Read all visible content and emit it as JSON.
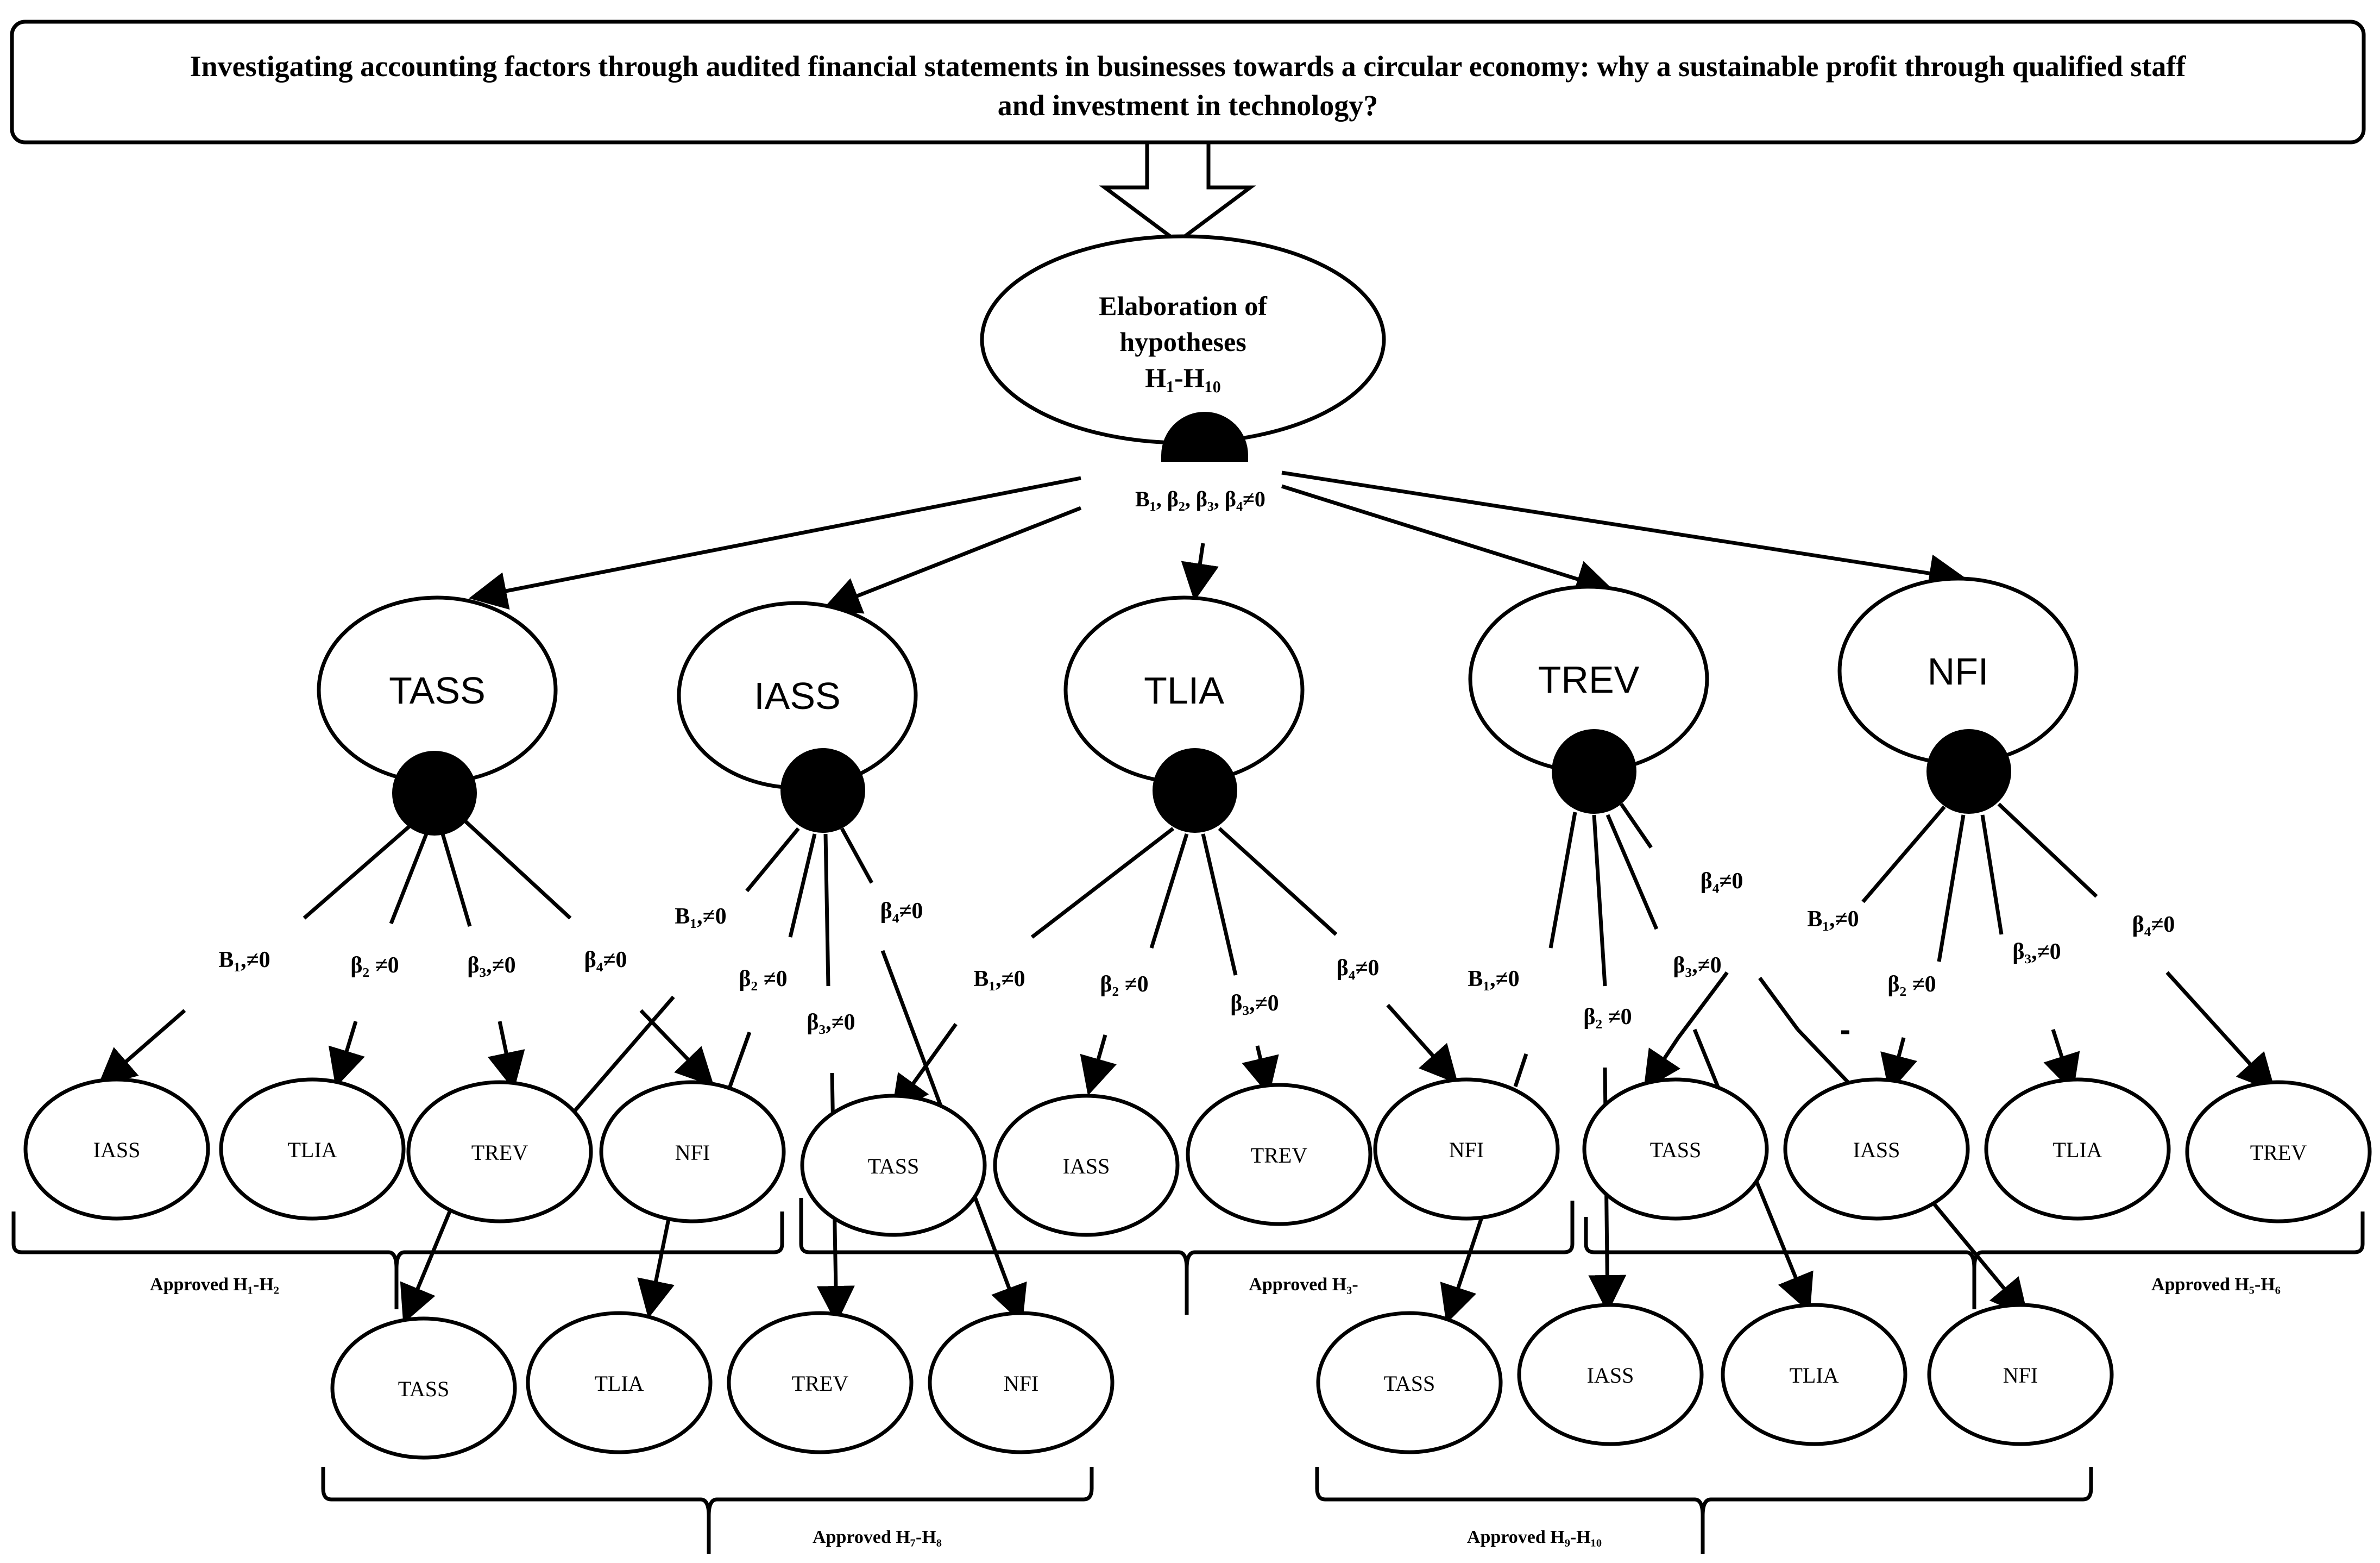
{
  "title": {
    "line1": "Investigating accounting factors through audited financial statements in businesses towards a circular economy: why a sustainable profit through qualified staff",
    "line2": "and investment in technology?"
  },
  "center": {
    "line1": "Elaboration of",
    "line2": "hypotheses",
    "line3": "H₁-H₁₀"
  },
  "top_coefficients": "B₁, β₂, β₃, β₄≠0",
  "main_nodes": [
    "TASS",
    "IASS",
    "TLIA",
    "TREV",
    "NFI"
  ],
  "coefficients": {
    "b1": "B₁,≠0",
    "b2": "β₂ ≠0",
    "b3": "β₃,≠0",
    "b4": "β₄≠0"
  },
  "upper_children": [
    "IASS",
    "TLIA",
    "TREV",
    "NFI",
    "TASS",
    "IASS",
    "TREV",
    "NFI",
    "TASS",
    "IASS",
    "TLIA",
    "TREV"
  ],
  "lower_children": [
    "TASS",
    "TLIA",
    "TREV",
    "NFI",
    "TASS",
    "IASS",
    "TLIA",
    "NFI"
  ],
  "approved": {
    "h1_h2": "Approved H₁-H₂",
    "h3": "Approved H₃-",
    "h5_h6": "Approved H₅-H₆",
    "h7_h8": "Approved H₇-H₈",
    "h9_h10": "Approved H₉-H₁₀"
  },
  "colors": {
    "ink": "#000000",
    "background": "#ffffff"
  }
}
